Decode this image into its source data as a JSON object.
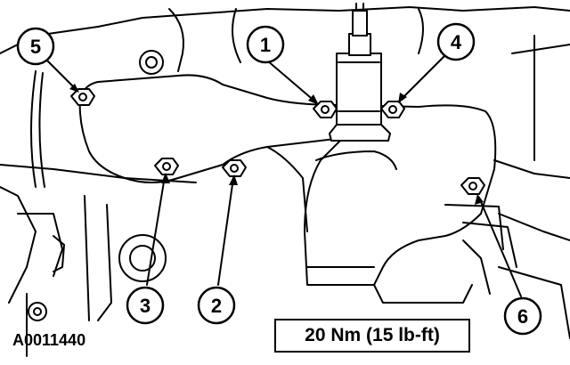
{
  "figure_id": "A0011440",
  "torque_spec": "20 Nm (15 lb-ft)",
  "callouts": [
    "1",
    "2",
    "3",
    "4",
    "5",
    "6"
  ]
}
